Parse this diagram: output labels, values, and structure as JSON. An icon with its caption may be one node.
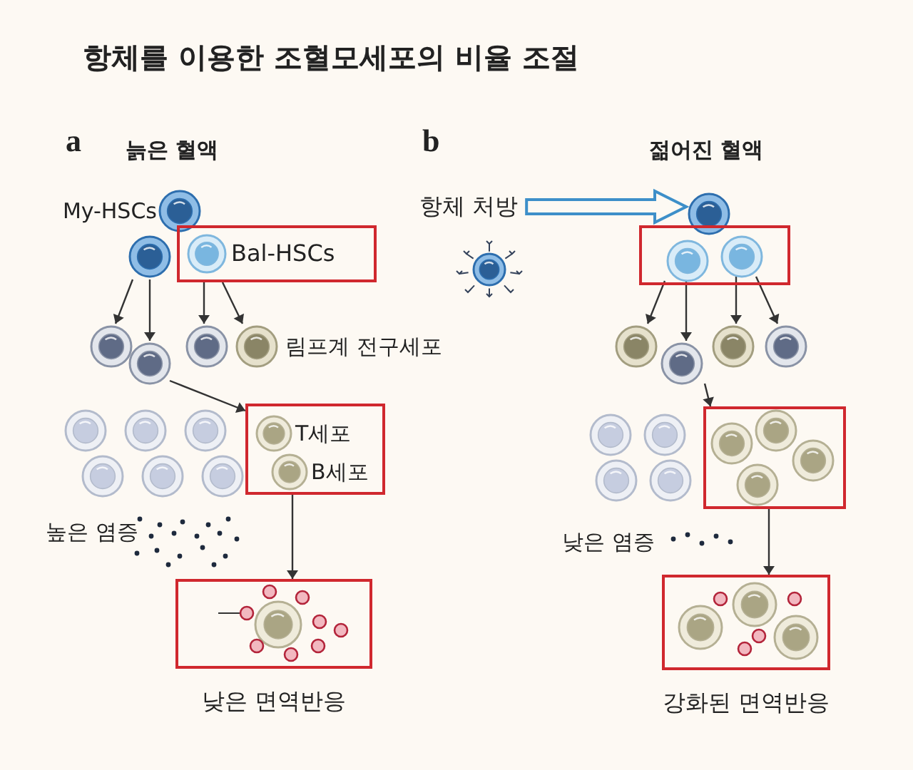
{
  "diagram": {
    "title": "항체를 이용한 조혈모세포의 비율 조절",
    "nodes": [
      {
        "text": [
          "My-HSCs"
        ]
      },
      {
        "text": [],
        "shape": "circle"
      },
      {
        "text": [
          "Bal-HSCs"
        ]
      },
      {
        "text": [],
        "shape": "circle"
      },
      {
        "text": [],
        "shape": "circle"
      },
      {
        "text": [],
        "shape": "circle"
      },
      {
        "text": [],
        "shape": "circle"
      },
      {
        "text": [],
        "shape": "box"
      },
      {
        "text": [
          "T세포"
        ],
        "in": 7
      },
      {
        "text": [
          "B세포"
        ],
        "in": 7
      },
      {
        "text": [
          "낮은 면역반응"
        ]
      },
      {
        "text": [
          "항체 처방"
        ]
      },
      {
        "text": [],
        "shape": "circle"
      },
      {
        "text": [],
        "shape": "box"
      },
      {
        "text": [],
        "shape": "circle",
        "in": 13
      },
      {
        "text": [],
        "shape": "circle",
        "in": 13
      },
      {
        "text": [],
        "shape": "circle"
      },
      {
        "text": [],
        "shape": "circle"
      },
      {
        "text": [],
        "shape": "circle"
      },
      {
        "text": [],
        "shape": "circle"
      },
      {
        "text": [],
        "shape": "box"
      },
      {
        "text": [
          "강화된 면역반응"
        ]
      }
    ],
    "edges": [
      {
        "from": 1,
        "to": 3,
        "arrow": "to"
      },
      {
        "from": 1,
        "to": 4,
        "arrow": "to"
      },
      {
        "from": 2,
        "to": 5,
        "arrow": "to"
      },
      {
        "from": 2,
        "to": 6,
        "arrow": "to"
      },
      {
        "from": 4,
        "to": 7,
        "arrow": "to"
      },
      {
        "from": 7,
        "to": 10,
        "arrow": "to"
      },
      {
        "from": 11,
        "to": 12,
        "arrow": "to",
        "style": "thick",
        "color": "#3d8fc9"
      },
      {
        "from": 14,
        "to": 16,
        "arrow": "to"
      },
      {
        "from": 14,
        "to": 17,
        "arrow": "to"
      },
      {
        "from": 15,
        "to": 18,
        "arrow": "to"
      },
      {
        "from": 15,
        "to": 19,
        "arrow": "to"
      },
      {
        "from": 17,
        "to": 20,
        "arrow": "to"
      },
      {
        "from": 20,
        "to": 21,
        "arrow": "to"
      }
    ],
    "labels": [
      "a",
      "늙은 혈액",
      "b",
      "젊어진 혈액",
      "림프계 전구세포",
      "높은 염증",
      "낮은 염증"
    ]
  }
}
